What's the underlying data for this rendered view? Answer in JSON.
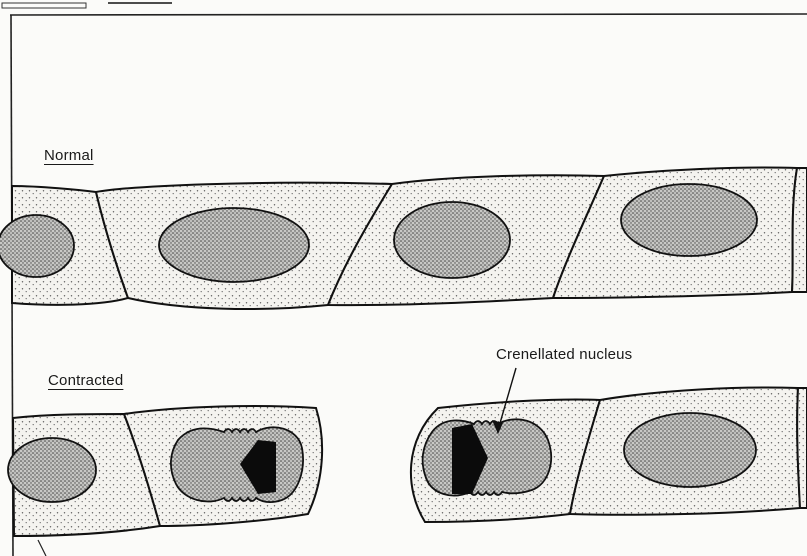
{
  "labels": {
    "normal": "Normal",
    "contracted": "Contracted",
    "crenellated_nucleus": "Crenellated nucleus"
  },
  "colors": {
    "ink": "#111111",
    "background": "#fbfbf9",
    "cell_fill": "#f3f2ee",
    "nucleus_fill": "#b3b3b0",
    "dark_mark": "#0b0b0b"
  }
}
